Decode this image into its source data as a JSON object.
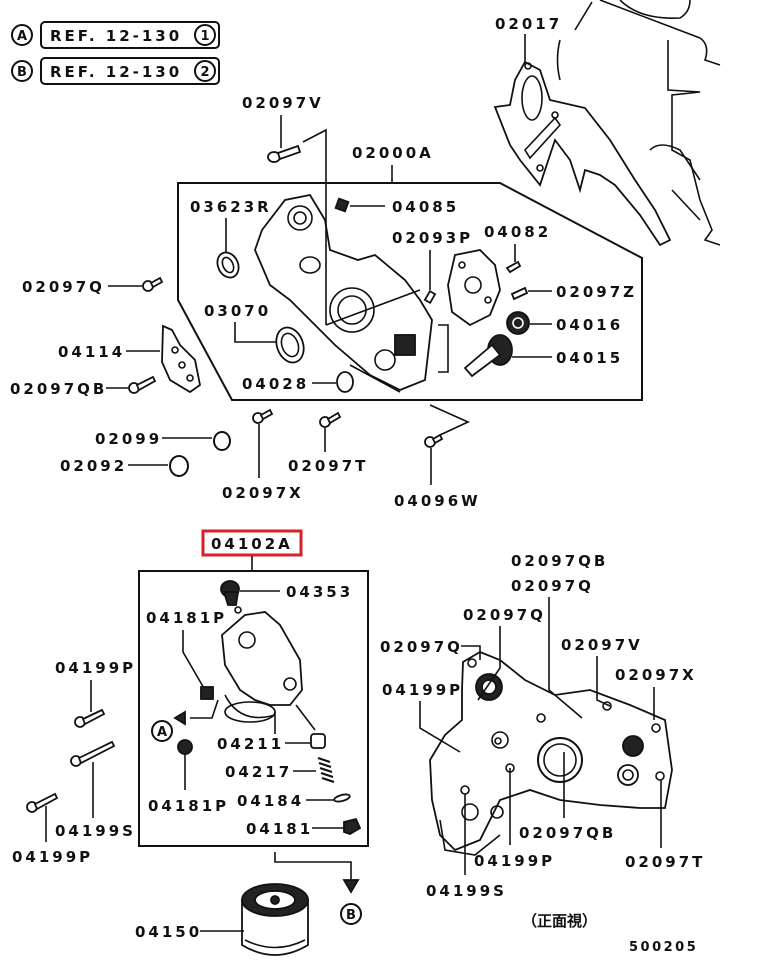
{
  "references": [
    {
      "marker": "A",
      "text": "REF. 12-130",
      "num": "1"
    },
    {
      "marker": "B",
      "text": "REF. 12-130",
      "num": "2"
    }
  ],
  "assembly_upper": {
    "main_label": "02000A",
    "parts": {
      "p02017": "02017",
      "p02097V": "02097V",
      "p03623R": "03623R",
      "p04085": "04085",
      "p02093P": "02093P",
      "p04082": "04082",
      "p02097Z": "02097Z",
      "p04016": "04016",
      "p04015": "04015",
      "p02097Q": "02097Q",
      "p03070": "03070",
      "p04114": "04114",
      "p02097QB": "02097QB",
      "p04028": "04028",
      "p02099": "02099",
      "p02092": "02092",
      "p02097X": "02097X",
      "p02097T": "02097T",
      "p04096W": "04096W"
    }
  },
  "assembly_pump": {
    "main_label": "04102A",
    "highlight_color": "#d9202a",
    "parts": {
      "p04353": "04353",
      "p04181P_top": "04181P",
      "p04211": "04211",
      "p04217": "04217",
      "p04181P_bot": "04181P",
      "p04184": "04184",
      "p04181": "04181",
      "p04199P_top": "04199P",
      "p04199S": "04199S",
      "p04199P_bot": "04199P",
      "p04150": "04150"
    },
    "markers": {
      "A": "A",
      "B": "B"
    }
  },
  "front_view": {
    "caption": "（正面視）",
    "parts": {
      "p02097QB_top": "02097QB",
      "p02097Q_a": "02097Q",
      "p02097Q_b": "02097Q",
      "p02097Q_c": "02097Q",
      "p02097V": "02097V",
      "p02097X": "02097X",
      "p04199P_left": "04199P",
      "p02097QB_bot": "02097QB",
      "p04199P_bot": "04199P",
      "p02097T": "02097T",
      "p04199S": "04199S"
    }
  },
  "figure_number": "500205"
}
